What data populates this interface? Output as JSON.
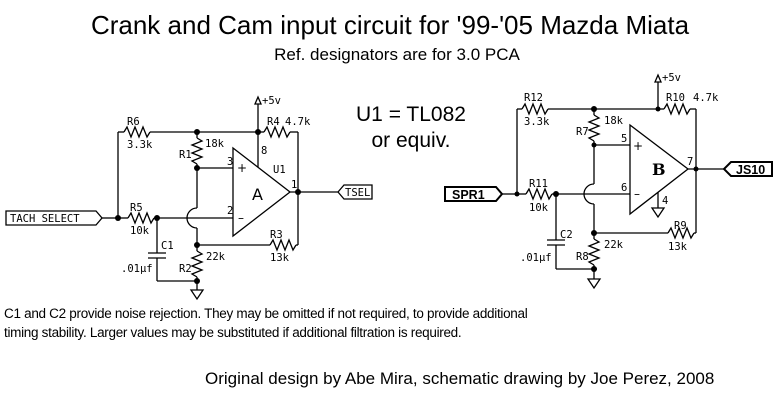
{
  "title": "Crank and Cam input circuit for '99-'05 Mazda Miata",
  "subtitle": "Ref. designators are for 3.0 PCA",
  "u1_note": {
    "line1": "U1 = TL082",
    "line2": "or equiv."
  },
  "note": {
    "line1": "C1 and C2 provide noise rejection. They may be omitted if not required, to provide additional",
    "line2": "timing stability.  Larger values may be substituted if additional filtration is required."
  },
  "credit": "Original design by Abe Mira, schematic drawing by Joe Perez, 2008",
  "circuit_a": {
    "input_port": "TACH SELECT",
    "output_port": "TSEL",
    "supply": "+5v",
    "opamp": {
      "letter": "A",
      "ref": "U1",
      "pin_plus": "3",
      "pin_minus": "2",
      "pin_out": "1",
      "pin_vcc": "8"
    },
    "R6": {
      "ref": "R6",
      "value": "3.3k"
    },
    "R4": {
      "ref": "R4",
      "value": "4.7k"
    },
    "R1": {
      "ref": "R1",
      "value": "18k"
    },
    "R5": {
      "ref": "R5",
      "value": "10k"
    },
    "R3": {
      "ref": "R3",
      "value": "13k"
    },
    "R2": {
      "ref": "R2",
      "value": "22k"
    },
    "C1": {
      "ref": "C1",
      "value": ".01µf"
    }
  },
  "circuit_b": {
    "input_port": "SPR1",
    "output_port": "JS10",
    "supply": "+5v",
    "opamp": {
      "letter": "B",
      "pin_plus": "5",
      "pin_minus": "6",
      "pin_out": "7",
      "pin_gnd": "4"
    },
    "R12": {
      "ref": "R12",
      "value": "3.3k"
    },
    "R10": {
      "ref": "R10",
      "value": "4.7k"
    },
    "R7": {
      "ref": "R7",
      "value": "18k"
    },
    "R11": {
      "ref": "R11",
      "value": "10k"
    },
    "R9": {
      "ref": "R9",
      "value": "13k"
    },
    "R8": {
      "ref": "R8",
      "value": "22k"
    },
    "C2": {
      "ref": "C2",
      "value": ".01µf"
    }
  }
}
